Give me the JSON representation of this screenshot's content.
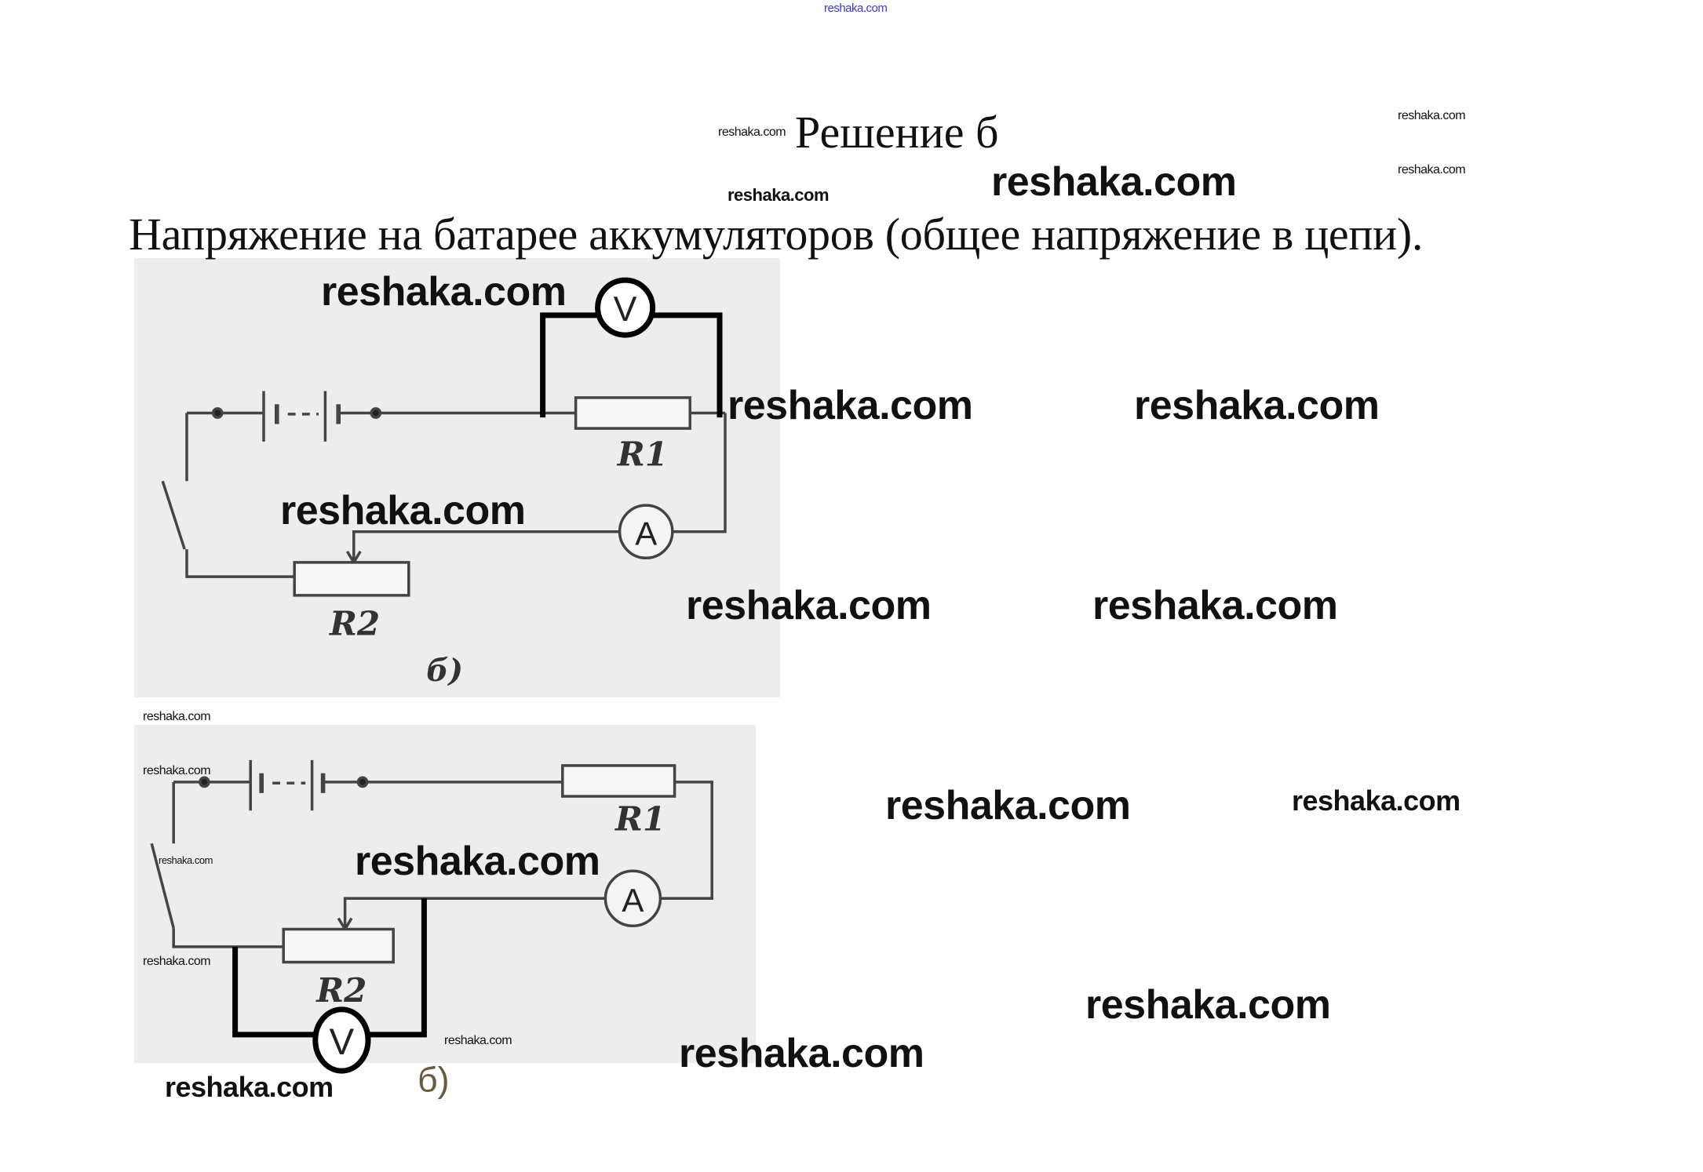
{
  "header": {
    "site_mark": "reshaka.com"
  },
  "title": "Решение б",
  "sentence": "Напряжение на батарее аккумуляторов (общее напряжение в цепи).",
  "circuit_1": {
    "r1_label": "R1",
    "r2_label": "R2",
    "voltmeter": "V",
    "ammeter": "A",
    "caption": "б)"
  },
  "circuit_2": {
    "r1_label": "R1",
    "r2_label": "R2",
    "voltmeter": "V",
    "ammeter": "A",
    "caption": "б)"
  },
  "watermarks": [
    "reshaka.com",
    "reshaka.com",
    "reshaka.com",
    "reshaka.com",
    "reshaka.com",
    "reshaka.com",
    "reshaka.com",
    "reshaka.com",
    "reshaka.com",
    "reshaka.com",
    "reshaka.com",
    "reshaka.com",
    "reshaka.com",
    "reshaka.com",
    "reshaka.com",
    "reshaka.com",
    "reshaka.com",
    "reshaka.com",
    "reshaka.com",
    "reshaka.com",
    "reshaka.com",
    "reshaka.com"
  ]
}
